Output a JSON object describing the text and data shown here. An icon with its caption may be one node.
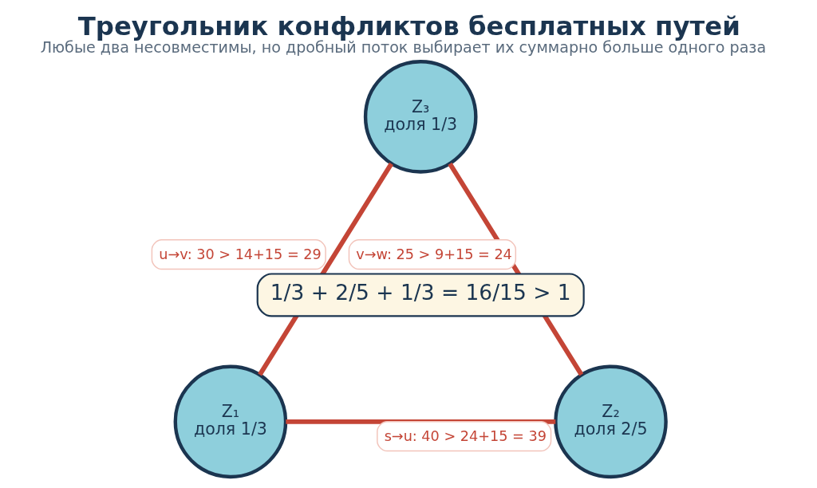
{
  "diagram": {
    "title": "Треугольник конфликтов бесплатных путей",
    "caption": "Любые два несовместимы, но дробный поток выбирает их суммарно больше одного раза",
    "nodes": [
      {
        "text": [
          "Z₃",
          "доля 1/3"
        ]
      },
      {
        "text": [
          "Z₁",
          "доля 1/3"
        ]
      },
      {
        "text": [
          "Z₂",
          "доля 2/5"
        ]
      }
    ],
    "edges": [
      {
        "from": 1,
        "to": 0,
        "arrow": "none",
        "label": "u→v: 30 > 14+15 = 29"
      },
      {
        "from": 0,
        "to": 2,
        "arrow": "none",
        "label": "v→w: 25 > 9+15 = 24"
      },
      {
        "from": 1,
        "to": 2,
        "arrow": "none",
        "label": "s→u: 40 > 24+15 = 39"
      }
    ],
    "labels": [
      "1/3 + 2/5 + 1/3 = 16/15 > 1"
    ]
  }
}
